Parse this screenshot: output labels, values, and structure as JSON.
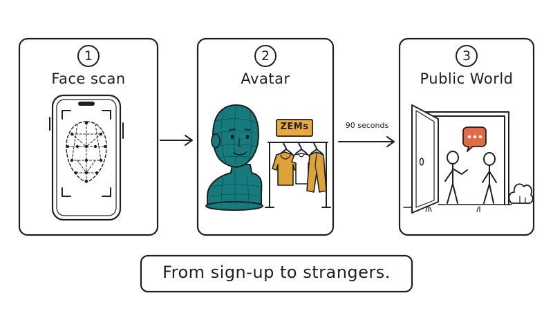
{
  "steps": [
    {
      "number": "1",
      "title": "Face scan"
    },
    {
      "number": "2",
      "title": "Avatar"
    },
    {
      "number": "3",
      "title": "Public World"
    }
  ],
  "avatar": {
    "badge_label": "ZEMs"
  },
  "transition": {
    "caption": "90 seconds"
  },
  "tagline": "From sign-up to strangers.",
  "colors": {
    "ink": "#1e1e1e",
    "avatar_teal": "#167b7d",
    "zem_gold": "#e9a93c",
    "speech_bubble": "#e26b45",
    "jacket_gold": "#dda23a"
  }
}
